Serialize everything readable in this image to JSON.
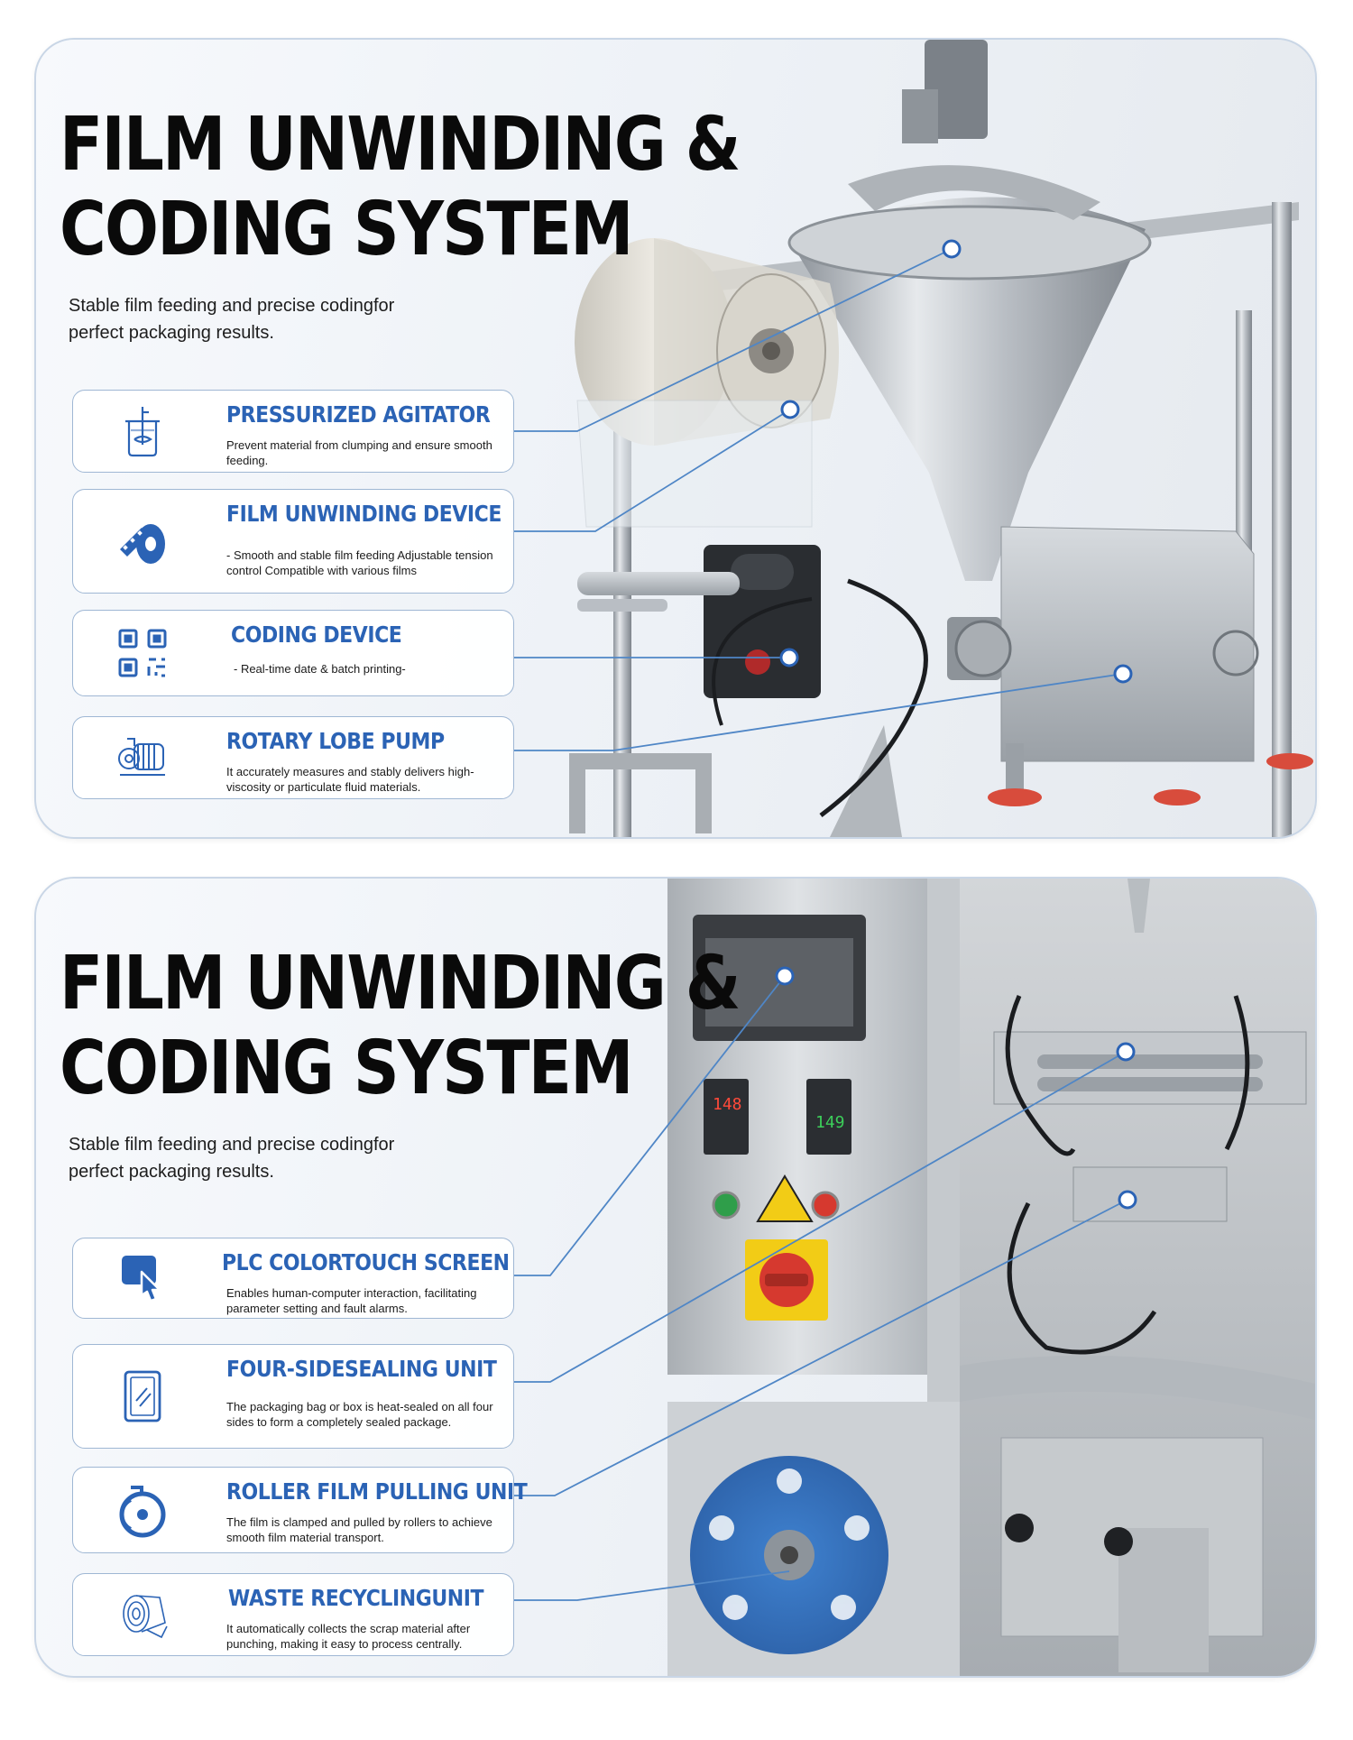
{
  "colors": {
    "accent": "#2b63b5",
    "card_border": "#9fb7d4",
    "leader_line": "#4f86c6",
    "title": "#0a0a0a"
  },
  "panels": [
    {
      "title_line1": "FILM UNWINDING &",
      "title_line2": "CODING SYSTEM",
      "subtitle_line1": "Stable film feeding and precise codingfor",
      "subtitle_line2": "perfect packaging results.",
      "features": [
        {
          "icon": "beaker-agitator-icon",
          "title": "PRESSURIZED AGITATOR",
          "description": "Prevent material from clumping and ensure smooth feeding."
        },
        {
          "icon": "film-roll-icon",
          "title": "FILM UNWINDING DEVICE",
          "description": "- Smooth and stable film feeding Adjustable tension control Compatible with various films"
        },
        {
          "icon": "qr-code-icon",
          "title": "CODING DEVICE",
          "description": "-    Real-time date & batch printing-"
        },
        {
          "icon": "pump-motor-icon",
          "title": "ROTARY LOBE PUMP",
          "description": "It accurately measures and stably delivers high-viscosity or particulate fluid materials."
        }
      ]
    },
    {
      "title_line1": "FILM UNWINDING &",
      "title_line2": "CODING SYSTEM",
      "subtitle_line1": "Stable film feeding and precise codingfor",
      "subtitle_line2": "perfect packaging results.",
      "features": [
        {
          "icon": "touch-screen-icon",
          "title": "PLC COLORTOUCH SCREEN",
          "description": "Enables human-computer interaction, facilitating parameter setting and fault alarms."
        },
        {
          "icon": "sealed-pouch-icon",
          "title": "FOUR-SIDESEALING UNIT",
          "description": "The packaging bag or box is heat-sealed on all four sides to form a completely sealed package."
        },
        {
          "icon": "roller-wheel-icon",
          "title": "ROLLER FILM PULLING UNIT",
          "description": "The film is clamped and pulled by rollers to achieve smooth film material transport."
        },
        {
          "icon": "waste-roll-icon",
          "title": "WASTE RECYCLINGUNIT",
          "description": "It automatically collects the scrap material after punching, making it easy to process centrally."
        }
      ]
    }
  ],
  "machine_display": {
    "temp_left": "148",
    "temp_right": "149"
  }
}
